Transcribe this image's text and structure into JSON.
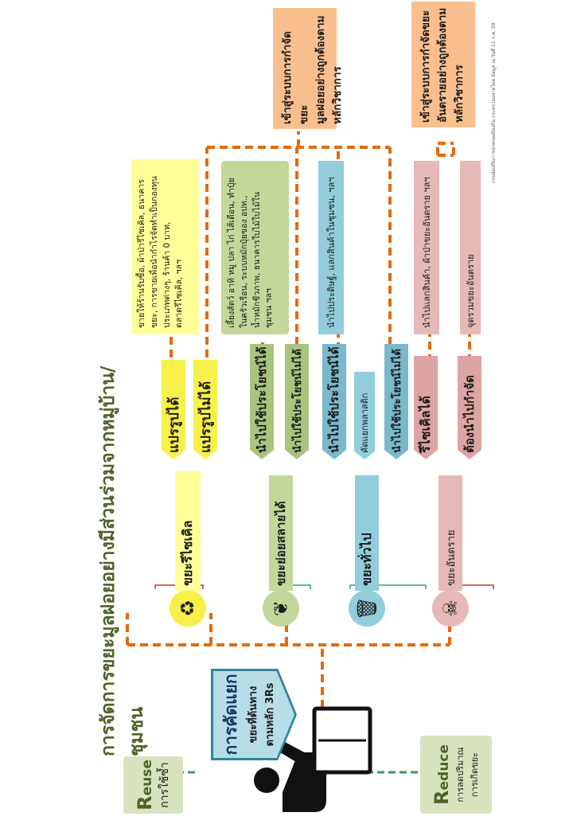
{
  "title": "การจัดการขยะมูลฝอยอย่างมีส่วนร่วมจากหมู่บ้าน/ชุมชน",
  "footnote": "กรมส่งเสริมการปกครองท้องถิ่น กระทรวงมหาดไทย ข้อมูล ณ วันที่ 11 ก.ค. 59",
  "reuse": {
    "head": "R",
    "word": "euse",
    "thai": "การใช้ซ้ำ"
  },
  "reduce": {
    "head": "R",
    "word": "educe",
    "thai1": "การลดปริมาณ",
    "thai2": "การเกิดขยะ"
  },
  "sorting": {
    "title": "การคัดแยก",
    "line1": "ขยะที่ต้นทาง",
    "line2": "ตามหลัก 3Rs"
  },
  "categories": {
    "recycle": {
      "label": "ขยะรีไซเคิล",
      "icon": "♻"
    },
    "organic": {
      "label": "ขยะย่อยสลายได้",
      "icon": "❦"
    },
    "general": {
      "label": "ขยะทั่วไป",
      "icon": "🗑"
    },
    "hazard": {
      "label": "ขยะอันตราย",
      "icon": "☠"
    }
  },
  "recycle_branch": {
    "can": "แปรรูปได้",
    "cannot": "แปรรูปไม่ได้",
    "detail": [
      "ขายให้ร้านรับซื้อ, ผ้าป่ารีไซเคิล, ธนาคาร",
      "ขยะ, การขายเพื่อนำกำไรจัดทำเป็นกองทุน",
      "ประเภทต่างๆ, ร้านค้า 0 บาท,",
      "ตลาดรีไซเคิล, ฯลฯ"
    ]
  },
  "organic_branch": {
    "can": "นำไปใช้ประโยชน์ได้",
    "cannot": "นำไปใช้ประโยชน์ไม่ได้",
    "detail": [
      "เลี้ยงสัตว์ อาทิ หมู ปลา ไก่ ไส้เดือน, ทำปุ๋ย",
      "ในครัวเรือน, ระบบหมักปุ๋ยของ อปท.,",
      "น้ำหมักชีวภาพ, ธนาคารใบไม้ใบไม้ใน",
      "ชุมชน ฯลฯ"
    ]
  },
  "general_branch": {
    "can": "นำไปใช้ประโยชน์ได้",
    "cannot": "นำไปใช้ประโยชน์ไม่ได้",
    "plastic": "คัดแยกพลาสติก",
    "detail": "นำไปประดิษฐ์, แลกสินค้าในชุมชน, ฯลฯ"
  },
  "hazard_branch": {
    "can": "รีไซเคิลได้",
    "cannot": "ต้องนำไปกำจัด",
    "exchange": "นำไปแลกสินค้า, ผ้าป่าขยะอันตราย ฯลฯ",
    "collect": "จุดรวมขยะอันตราย"
  },
  "disposal_general": [
    "เข้าสู่ระบบการกำจัดขยะ",
    "มูลฝอยอย่างถูกต้องตาม",
    "หลักวิชาการ"
  ],
  "disposal_hazard": [
    "เข้าสู่ระบบการกำจัดขยะ",
    "อันตรายอย่างถูกต้องตาม",
    "หลักวิชาการ"
  ],
  "colors": {
    "recycle": "#ffff99",
    "recycle_chev": "#f7f04a",
    "organic": "#c4d79b",
    "organic_chev": "#a9c47f",
    "general": "#92cddc",
    "general_chev": "#7ab8cc",
    "hazard": "#e6b9b8",
    "hazard_chev": "#dea4a3",
    "disposal": "#fabf8f",
    "dash": "#e26b0a",
    "sort_bg": "#b7dde8",
    "sort_border": "#31859c",
    "reuse_bg": "#d7e4bd",
    "title": "#4f6228"
  }
}
